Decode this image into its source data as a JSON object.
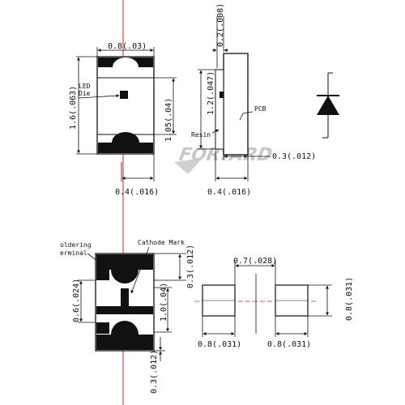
{
  "top_view": {
    "width_dim": "0.8(.03)",
    "height_dim": "1.6(.063)",
    "led_die_label_1": "LED",
    "led_die_label_2": "Die",
    "inner_dim": "1.05(.04)",
    "pad_dim": "0.4(.016)"
  },
  "side_view": {
    "top_dim": "0.2(.008)",
    "height_dim": "1.2(.047)",
    "pcb_label": "PCB",
    "resin_label": "Resin",
    "right_dim": "0.3(.012)",
    "bottom_dim": "0.4(.016)"
  },
  "watermark": "FORYARD",
  "bottom_view": {
    "soldering_label_1": "oldering",
    "soldering_label_2": "erminal",
    "cathode_label": "Cathode Mark",
    "top_pad_dim": "0.3(.012)",
    "left_dim": "0.6(.024)",
    "mid_dim": "1.0(.04)",
    "bottom_pad_dim": "0.3(.012)"
  },
  "footprint": {
    "gap_dim": "0.7(.028)",
    "left_width_dim": "0.8(.031)",
    "right_width_dim": "0.8(.031)",
    "height_dim": "0.8(.031)"
  }
}
